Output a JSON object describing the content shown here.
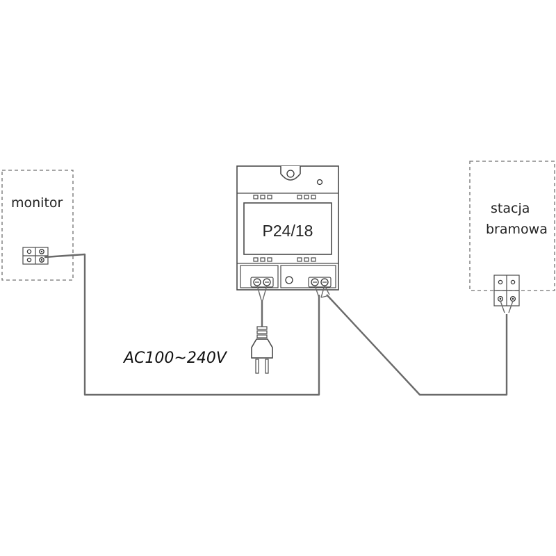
{
  "labels": {
    "monitor": "monitor",
    "station_line1": "stacja",
    "station_line2": "bramowa",
    "power_supply": "P24/18",
    "mains": "AC100~240V"
  },
  "colors": {
    "wire": "#6a6a6a",
    "outline": "#4a4a4a",
    "dashed_box": "#707070",
    "text": "#222222"
  }
}
